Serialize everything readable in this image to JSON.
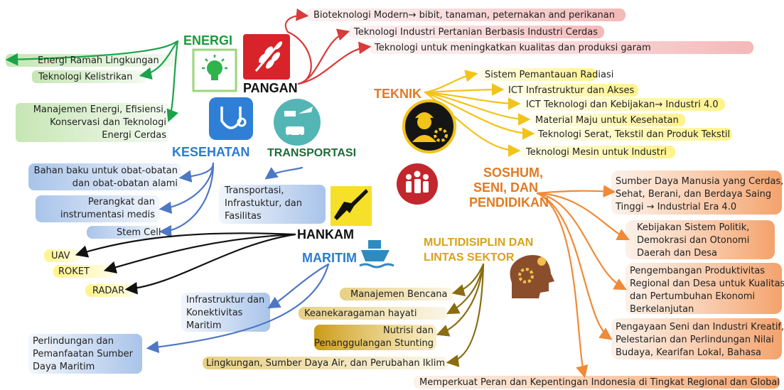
{
  "topics": {
    "energi": "ENERGI",
    "pangan": "PANGAN",
    "teknik": "TEKNIK",
    "kesehatan": "KESEHATAN",
    "transportasi": "TRANSPORTASI",
    "hankam": "HANKAM",
    "maritim": "MARITIM",
    "soshum1": "SOSHUM,",
    "soshum2": "SENI, DAN",
    "soshum3": "PENDIDIKAN",
    "multi1": "MULTIDISIPLIN DAN",
    "multi2": "LINTAS SEKTOR"
  },
  "energi_items": [
    "Energi Ramah Lingkungan",
    "Teknologi Kelistrikan",
    "Manajemen Energi, Efisiensi,",
    "Konservasi dan Teknologi",
    "Energi Cerdas"
  ],
  "pangan_items": [
    "Bioteknologi Modern→ bibit, tanaman, peternakan and perikanan",
    "Teknologi Industri Pertanian Berbasis Industri Cerdas",
    "Teknologi untuk meningkatkan kualitas dan produksi garam"
  ],
  "teknik_items": [
    "Sistem Pemantauan Radiasi",
    "ICT Infrastruktur dan Akses",
    "ICT Teknologi dan Kebijakan→ Industri 4.0",
    "Material Maju untuk Kesehatan",
    "Teknologi Serat, Tekstil dan Produk Tekstil",
    "Teknologi Mesin untuk Industri"
  ],
  "kesehatan_items": [
    "Bahan baku untuk obat-obatan",
    "dan obat-obatan alami",
    "Perangkat dan",
    "instrumentasi medis",
    "Stem Cell"
  ],
  "transportasi_items": [
    "Transportasi,",
    "Infrastuktur, dan",
    "Fasilitas"
  ],
  "hankam_items": [
    "UAV",
    "ROKET",
    "RADAR"
  ],
  "maritim_items": [
    "Infrastruktur dan",
    "Konektivitas",
    "Maritim",
    "Perlindungan dan",
    "Pemanfaatan Sumber",
    "Daya Maritim"
  ],
  "multi_items": [
    "Manajemen Bencana",
    "Keanekaragaman hayati",
    "Nutrisi dan",
    "Penanggulangan Stunting",
    "Lingkungan, Sumber Daya Air, dan Perubahan Iklim"
  ],
  "soshum_items": [
    "Sumber Daya Manusia yang Cerdas,",
    "Sehat, Berani, dan Berdaya Saing",
    "Tinggi → Industrial Era 4.0",
    "Kebijakan Sistem Politik,",
    "Demokrasi dan Otonomi",
    "Daerah dan Desa",
    "Pengembangan Produktivitas",
    "Regional dan Desa untuk Kualitas",
    "dan Pertumbuhan Ekonomi",
    "Berkelanjutan",
    "Pengayaan Seni dan Industri Kreatif,",
    "Pelestarian dan Perlindungan Nilai",
    "Budaya, Kearifan Lokal, Bahasa",
    "Memperkuat Peran dan Kepentingan Indonesia di Tingkat Regional dan Global"
  ],
  "colors": {
    "energi": "#1a9b3c",
    "pangan": "#111111",
    "teknik": "#e07b22",
    "kesehatan": "#2b7bd0",
    "transportasi": "#1f6b3a",
    "hankam": "#111111",
    "maritim": "#2b7bd0",
    "soshum": "#e07b22",
    "multi": "#d6a318",
    "green_link": "#1aa34a",
    "red_link": "#d93a3a",
    "yellow_link": "#f2c318",
    "blue_link": "#4e78c4",
    "orange_link": "#f08a36",
    "olive_link": "#8a6d10"
  },
  "icons": [
    "lightbulb-icon",
    "wheat-icon",
    "engineer-gear-icon",
    "stethoscope-icon",
    "transport-icon",
    "rifle-icon",
    "ship-icon",
    "people-group-icon",
    "head-gears-icon"
  ]
}
